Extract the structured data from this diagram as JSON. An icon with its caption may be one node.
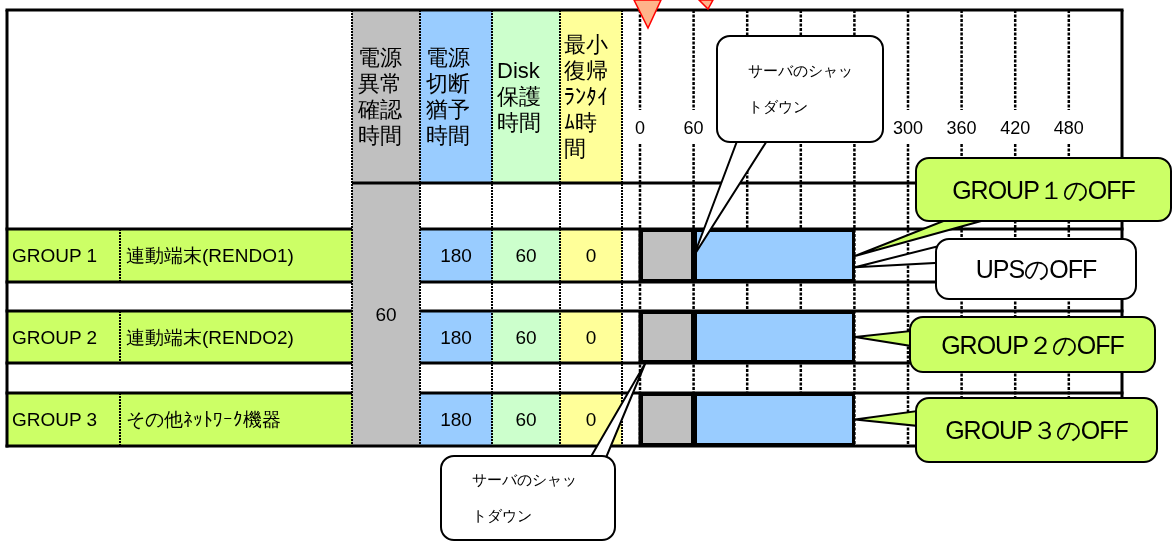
{
  "diagram": {
    "nodes": [
      {
        "text": [
          "サーバのシャットダウン"
        ]
      },
      {
        "text": [
          "GROUP１のOFF"
        ]
      },
      {
        "text": [],
        "shape": "bar"
      },
      {
        "text": [],
        "shape": "bar"
      },
      {
        "text": [
          "UPSのOFF"
        ]
      },
      {
        "text": [],
        "shape": "bar"
      },
      {
        "text": [],
        "shape": "bar"
      },
      {
        "text": [
          "GROUP２のOFF"
        ]
      },
      {
        "text": [],
        "shape": "bar"
      },
      {
        "text": [],
        "shape": "bar"
      },
      {
        "text": [
          "GROUP３のOFF"
        ]
      },
      {
        "text": [
          "サーバのシャットダウン"
        ]
      }
    ],
    "edges": [
      {
        "from": 0,
        "to": 3,
        "arrow": "none"
      },
      {
        "from": 1,
        "to": 3,
        "arrow": "none"
      },
      {
        "from": 4,
        "to": 3,
        "arrow": "none"
      },
      {
        "from": 7,
        "to": 6,
        "arrow": "none"
      },
      {
        "from": 10,
        "to": 9,
        "arrow": "none"
      },
      {
        "from": 11,
        "to": 5,
        "arrow": "none"
      }
    ],
    "labels": [
      "電源異常確認時間",
      "電源切断猶予時間",
      "Disk保護時間",
      "最小復帰ﾗﾝﾀｲﾑ時間",
      "0",
      "60",
      "300",
      "360",
      "420",
      "480",
      "GROUP 1",
      "連動端末(RENDO1)",
      "180",
      "60",
      "0",
      "60",
      "GROUP 2",
      "連動端末(RENDO2)",
      "180",
      "60",
      "0",
      "GROUP 3",
      "その他ﾈｯﾄﾜｰｸ機器",
      "180",
      "60",
      "0"
    ]
  }
}
